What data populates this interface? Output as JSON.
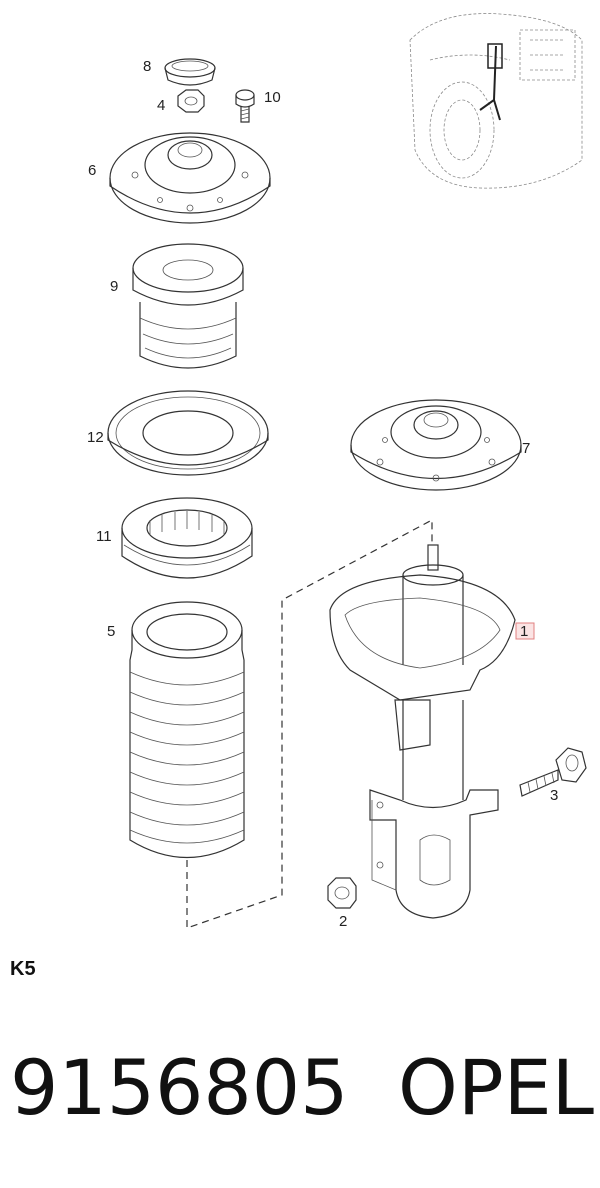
{
  "diagram": {
    "callouts": {
      "p1": "1",
      "p2": "2",
      "p3": "3",
      "p4": "4",
      "p5": "5",
      "p6": "6",
      "p7": "7",
      "p8": "8",
      "p9": "9",
      "p10": "10",
      "p11": "11",
      "p12": "12"
    },
    "colors": {
      "highlight_box": "#e08080",
      "line": "#333333"
    }
  },
  "footer": {
    "sheet_code": "K5",
    "part_number": "9156805",
    "brand": "OPEL"
  }
}
